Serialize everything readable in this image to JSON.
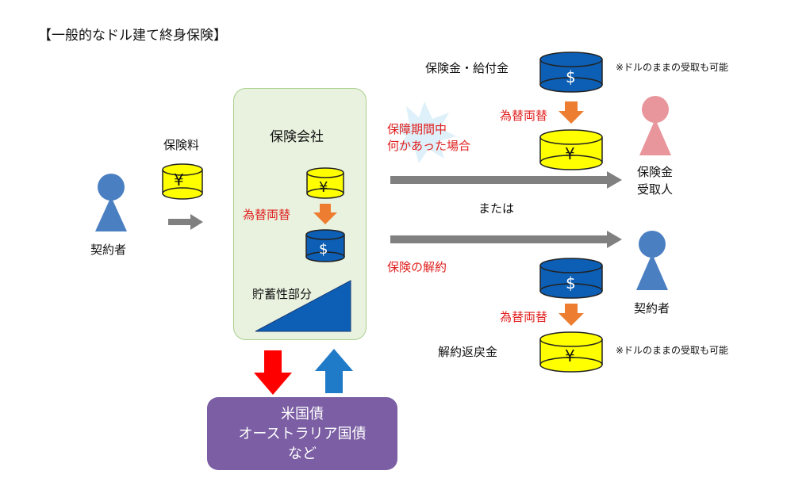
{
  "title": "【一般的なドル建て終身保険】",
  "policyholder_left": "契約者",
  "premium_label": "保険料",
  "company": {
    "name": "保険会社",
    "exchange_label": "為替両替",
    "savings_label": "貯蓄性部分"
  },
  "bonds": {
    "line1": "米国債",
    "line2": "オーストラリア国債",
    "line3": "など"
  },
  "event_label_line1": "保障期間中",
  "event_label_line2": "何かあった場合",
  "or_label": "または",
  "surrender_label": "保険の解約",
  "benefits_label": "保険金・給付金",
  "exchange_top": "為替両替",
  "exchange_bottom": "為替両替",
  "dollar_note_top": "※ドルのままの受取も可能",
  "dollar_note_bottom": "※ドルのままの受取も可能",
  "beneficiary_line1": "保険金",
  "beneficiary_line2": "受取人",
  "policyholder_right": "契約者",
  "refund_label": "解約返戻金",
  "yen_symbol": "¥",
  "dollar_symbol": "$",
  "colors": {
    "yen_coin": "#ffff00",
    "dollar_coin": "#0c5fb5",
    "person_blue": "#4a7fc1",
    "person_pink": "#e8959b",
    "orange_arrow": "#ed7d31",
    "red_arrow": "#ff0000",
    "blue_arrow": "#1f7ac8",
    "gray_arrow": "#808080",
    "bonds_purple": "#7b5ea3"
  }
}
